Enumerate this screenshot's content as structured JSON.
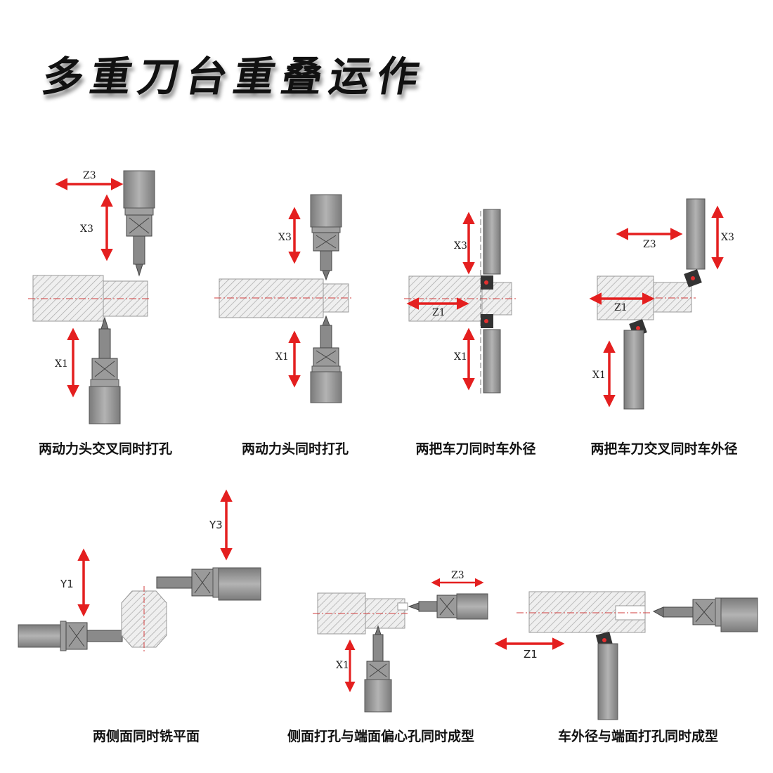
{
  "title": "多重刀台重叠运作",
  "colors": {
    "arrow": "#e41f1f",
    "tool": "#8f8f8f",
    "tool_dark": "#5a5a5a",
    "centerline": "#d23c3c"
  },
  "panels": [
    {
      "caption": "两动力头交叉同时打孔",
      "labels": [
        "Z3",
        "X3",
        "X1"
      ]
    },
    {
      "caption": "两动力头同时打孔",
      "labels": [
        "X3",
        "X1"
      ]
    },
    {
      "caption": "两把车刀同时车外径",
      "labels": [
        "X3",
        "Z1",
        "X1"
      ]
    },
    {
      "caption": "两把车刀交叉同时车外径",
      "labels": [
        "Z3",
        "X3",
        "Z1",
        "X1"
      ]
    },
    {
      "caption": "两侧面同时铣平面",
      "labels": [
        "Y1",
        "Y3"
      ]
    },
    {
      "caption": "侧面打孔与端面偏心孔同时成型",
      "labels": [
        "Z3",
        "X1"
      ]
    },
    {
      "caption": "车外径与端面打孔同时成型",
      "labels": [
        "Z1"
      ]
    }
  ]
}
